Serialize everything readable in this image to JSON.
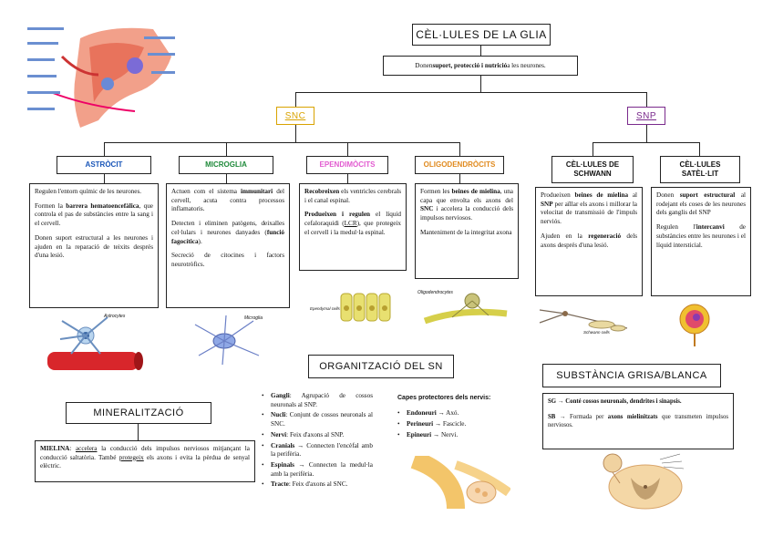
{
  "title": "CÈL·LULES DE LA GLIA",
  "subtitle": {
    "pre": "Donen ",
    "bold": "suport, protecció i nutrició",
    "post": " a les neurones."
  },
  "snc_label": "SNC",
  "snp_label": "SNP",
  "colors": {
    "snc_border": "#d9a300",
    "snp_border": "#7a2a8c",
    "astrocit": "#1a56b8",
    "microglia": "#1f8a3a",
    "ependimocits": "#e25bd0",
    "oligodendrocits": "#e08a1e"
  },
  "headers": {
    "astrocit": "ASTRÒCIT",
    "microglia": "MICROGLIA",
    "ependimocits": "EPENDIMÒCITS",
    "oligodendrocits": "OLIGODENDRÒCITS",
    "schwann": "CÈL·LULES DE SCHWANN",
    "satel": "CÈL·LULES SATÈL·LIT"
  },
  "astrocit_text": {
    "p1": "Regulen l'entorn químic de les neurones.",
    "p2_pre": "Formen la ",
    "p2_bold": "barrera hematoencefàlica",
    "p2_post": ", que controla el pas de substàncies entre la sang i el cervell.",
    "p3": "Donen suport estructural a les neurones i ajuden en la reparació de teixits després d'una lesió."
  },
  "microglia_text": {
    "p1_pre": "Actuen com el sistema ",
    "p1_bold": "immunitari",
    "p1_post": " del cervell, acuta contra processos inflamatoris.",
    "p2_pre": "Detecten i eliminen patògens, deixalles cel·lulars i neurones danyades (",
    "p2_bold": "funció fagocítica",
    "p2_post": ").",
    "p3": "Secreció de citocines i factors neurotròfics."
  },
  "ependimocits_text": {
    "p1_bold": "Recobreixen",
    "p1_post": " els ventricles cerebrals i el canal espinal.",
    "p2_bold": "Produeixen i regulen",
    "p2_mid": " el líquid cefaloraquidi (",
    "p2_u": "LCR",
    "p2_post": "), que protegeix el cervell i la medul·la espinal."
  },
  "oligodendrocits_text": {
    "p1_pre": "Formen les ",
    "p1_bold": "beines de mielina",
    "p1_mid": ", una capa que envolta els axons del ",
    "p1_bold2": "SNC",
    "p1_post": " i accelera la conducció dels impulsos nerviosos.",
    "p2": "Manteniment de la integritat axona"
  },
  "schwann_text": {
    "p1_pre": "Produeixen ",
    "p1_bold": "beines de mielina",
    "p1_mid": " al ",
    "p1_bold2": "SNP",
    "p1_post": " per aïllar els axons i millorar la velocitat de transmissió de l'impuls nerviós.",
    "p2_pre": "Ajuden en la ",
    "p2_bold": "regeneració",
    "p2_post": " dels axons després d'una lesió."
  },
  "satel_text": {
    "p1_pre": "Donen ",
    "p1_bold": "suport estructural",
    "p1_post": " al rodejant els coses de les neurones dels ganglis del SNP",
    "p2_pre": "Regulen l'",
    "p2_bold": "intercanvi",
    "p2_post": " de substàncies entre les neurones i el líquid intersticial."
  },
  "image_captions": {
    "astrocytes": "Astrocytes",
    "microglia": "Microglia",
    "ependymal": "Ependymal cells",
    "oligodendrocytes": "Oligodendrocytes",
    "schwann": "Schwann cells"
  },
  "mineralitzacio": {
    "title": "MINERALITZACIÓ",
    "bold": "MIELINA",
    "colon": ": ",
    "u1": "accelera",
    "mid": " la conducció dels impulsos nerviosos mitjançant la conducció saltatòria. També ",
    "u2": "protegeix",
    "post": " els axons i evita la pèrdua de senyal elèctric."
  },
  "organitzacio": {
    "title": "ORGANITZACIÓ DEL SN",
    "items": [
      {
        "bold": "Gangli",
        "text": ": Agrupació de cossos neuronals al SNP."
      },
      {
        "bold": "Nucli",
        "text": ": Conjunt de cossos neuronals al SNC."
      },
      {
        "bold": "Nervi",
        "text": ": Feix d'axons al SNP."
      },
      {
        "bold": "Cranials",
        "text": " → Connecten l'encèfal amb la perifèria."
      },
      {
        "bold": "Espinals",
        "text": " → Connecten la medul·la amb la perifèria."
      },
      {
        "bold": "Tracte",
        "text": ": Feix d'axons al SNC."
      }
    ],
    "capes_title": "Capes protectores dels nervis",
    "capes_colon": ":",
    "capes": [
      {
        "bold": "Endoneuri",
        "text": " → Axó."
      },
      {
        "bold": "Perineuri",
        "text": " → Fascicle."
      },
      {
        "bold": "Epineuri",
        "text": " → Nervi."
      }
    ]
  },
  "substancia": {
    "title": "SUBSTÀNCIA GRISA/BLANCA",
    "sg_label": "SG →",
    "sg_text": " Conté cossos neuronals, dendrites i sinapsis.",
    "sb_label": "SB →",
    "sb_pre": " Formada per ",
    "sb_bold": "axons mielinitzats",
    "sb_post": " que transmeten impulsos nerviosos."
  }
}
